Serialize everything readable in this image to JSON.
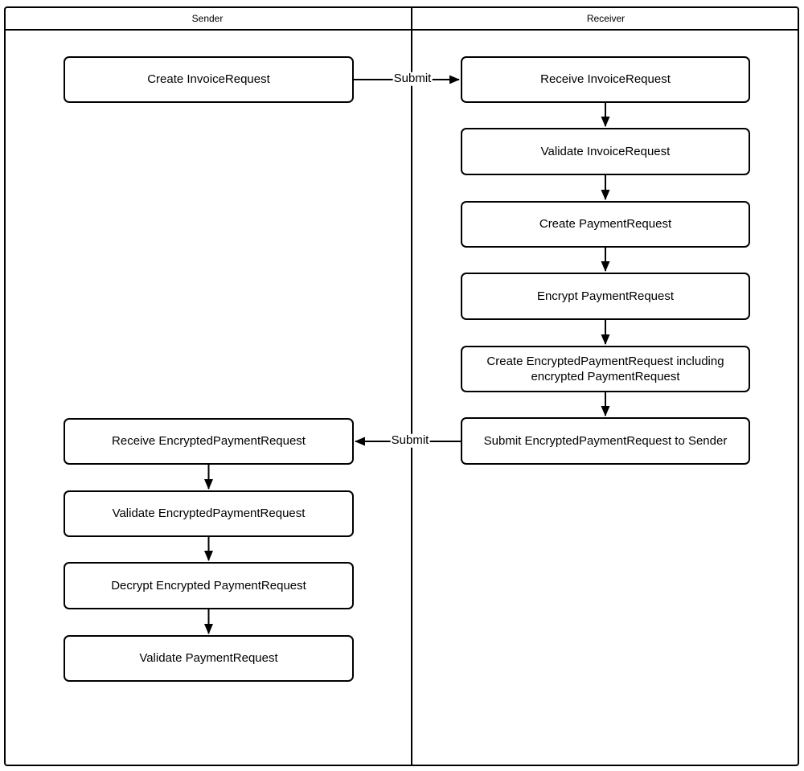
{
  "diagram": {
    "lanes": [
      {
        "title": "Sender"
      },
      {
        "title": "Receiver"
      }
    ],
    "sender_steps": [
      {
        "label": "Create InvoiceRequest"
      },
      {
        "label": "Receive EncryptedPaymentRequest"
      },
      {
        "label": "Validate EncryptedPaymentRequest"
      },
      {
        "label": "Decrypt Encrypted PaymentRequest"
      },
      {
        "label": "Validate PaymentRequest"
      }
    ],
    "receiver_steps": [
      {
        "label": "Receive InvoiceRequest"
      },
      {
        "label": "Validate InvoiceRequest"
      },
      {
        "label": "Create PaymentRequest"
      },
      {
        "label": "Encrypt PaymentRequest"
      },
      {
        "label": "Create EncryptedPaymentRequest including\nencrypted PaymentRequest"
      },
      {
        "label": "Submit EncryptedPaymentRequest to Sender"
      }
    ],
    "edges": [
      {
        "label": "Submit",
        "from": "Create InvoiceRequest",
        "to": "Receive InvoiceRequest"
      },
      {
        "label": "Submit",
        "from": "Submit EncryptedPaymentRequest to Sender",
        "to": "Receive EncryptedPaymentRequest"
      }
    ],
    "colors": {
      "stroke": "#000000",
      "background": "#ffffff",
      "text": "#000000"
    }
  }
}
